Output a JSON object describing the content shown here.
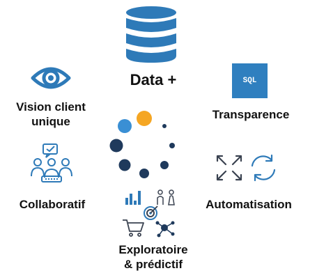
{
  "center": {
    "title": "Data +",
    "icon": "database-icon"
  },
  "nodes": [
    {
      "id": "vision",
      "label_line1": "Vision client",
      "label_line2": "unique",
      "icon": "eye-icon"
    },
    {
      "id": "transparence",
      "label": "Transparence",
      "icon": "sql-icon",
      "icon_text": "SQL"
    },
    {
      "id": "collaboratif",
      "label": "Collaboratif",
      "icon": "team-chat-icon"
    },
    {
      "id": "automatisation",
      "label": "Automatisation",
      "icon": "expand-sync-icon"
    },
    {
      "id": "exploratoire",
      "label_line1": "Exploratoire",
      "label_line2": "& prédictif",
      "icon": "analytics-cluster-icon"
    }
  ],
  "colors": {
    "primary_blue": "#2e7ab8",
    "navy": "#1f3a5c",
    "light_blue": "#3a8fd4",
    "orange": "#f5a623",
    "sql_bg": "#2f7fbf",
    "text": "#111111"
  }
}
